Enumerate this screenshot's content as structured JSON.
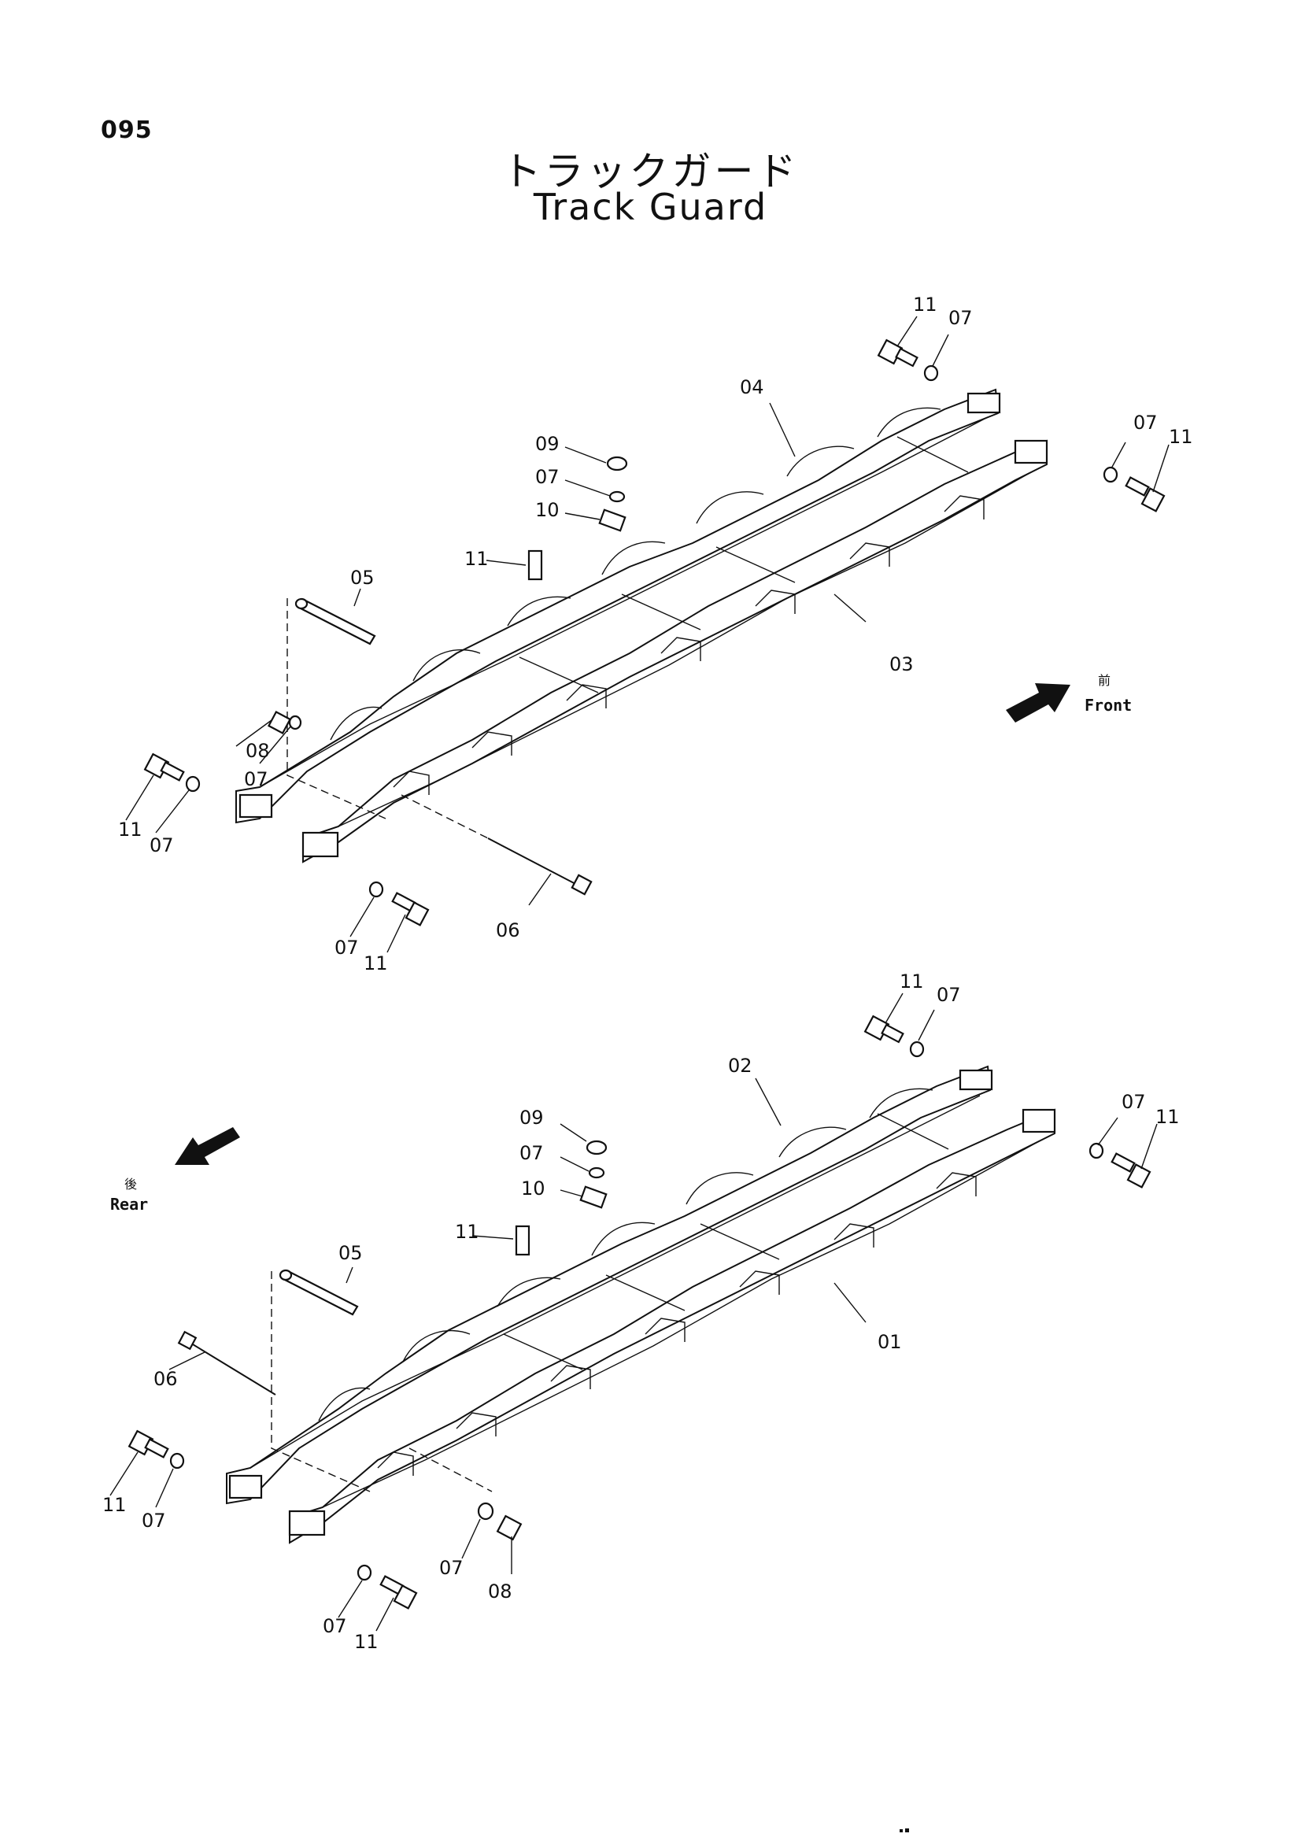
{
  "page_number": "095",
  "title_jp": "トラックガード",
  "title_en": "Track Guard",
  "directions": {
    "front": {
      "jp": "前",
      "en": "Front"
    },
    "rear": {
      "jp": "後",
      "en": "Rear"
    }
  },
  "top_assembly": {
    "labels": [
      "11",
      "07",
      "04",
      "07",
      "11",
      "09",
      "07",
      "10",
      "11",
      "05",
      "03",
      "08",
      "07",
      "11",
      "07",
      "06",
      "07",
      "11"
    ]
  },
  "bottom_assembly": {
    "labels": [
      "11",
      "07",
      "02",
      "07",
      "11",
      "09",
      "07",
      "10",
      "11",
      "05",
      "01",
      "06",
      "11",
      "07",
      "07",
      "08",
      "07",
      "11"
    ]
  }
}
